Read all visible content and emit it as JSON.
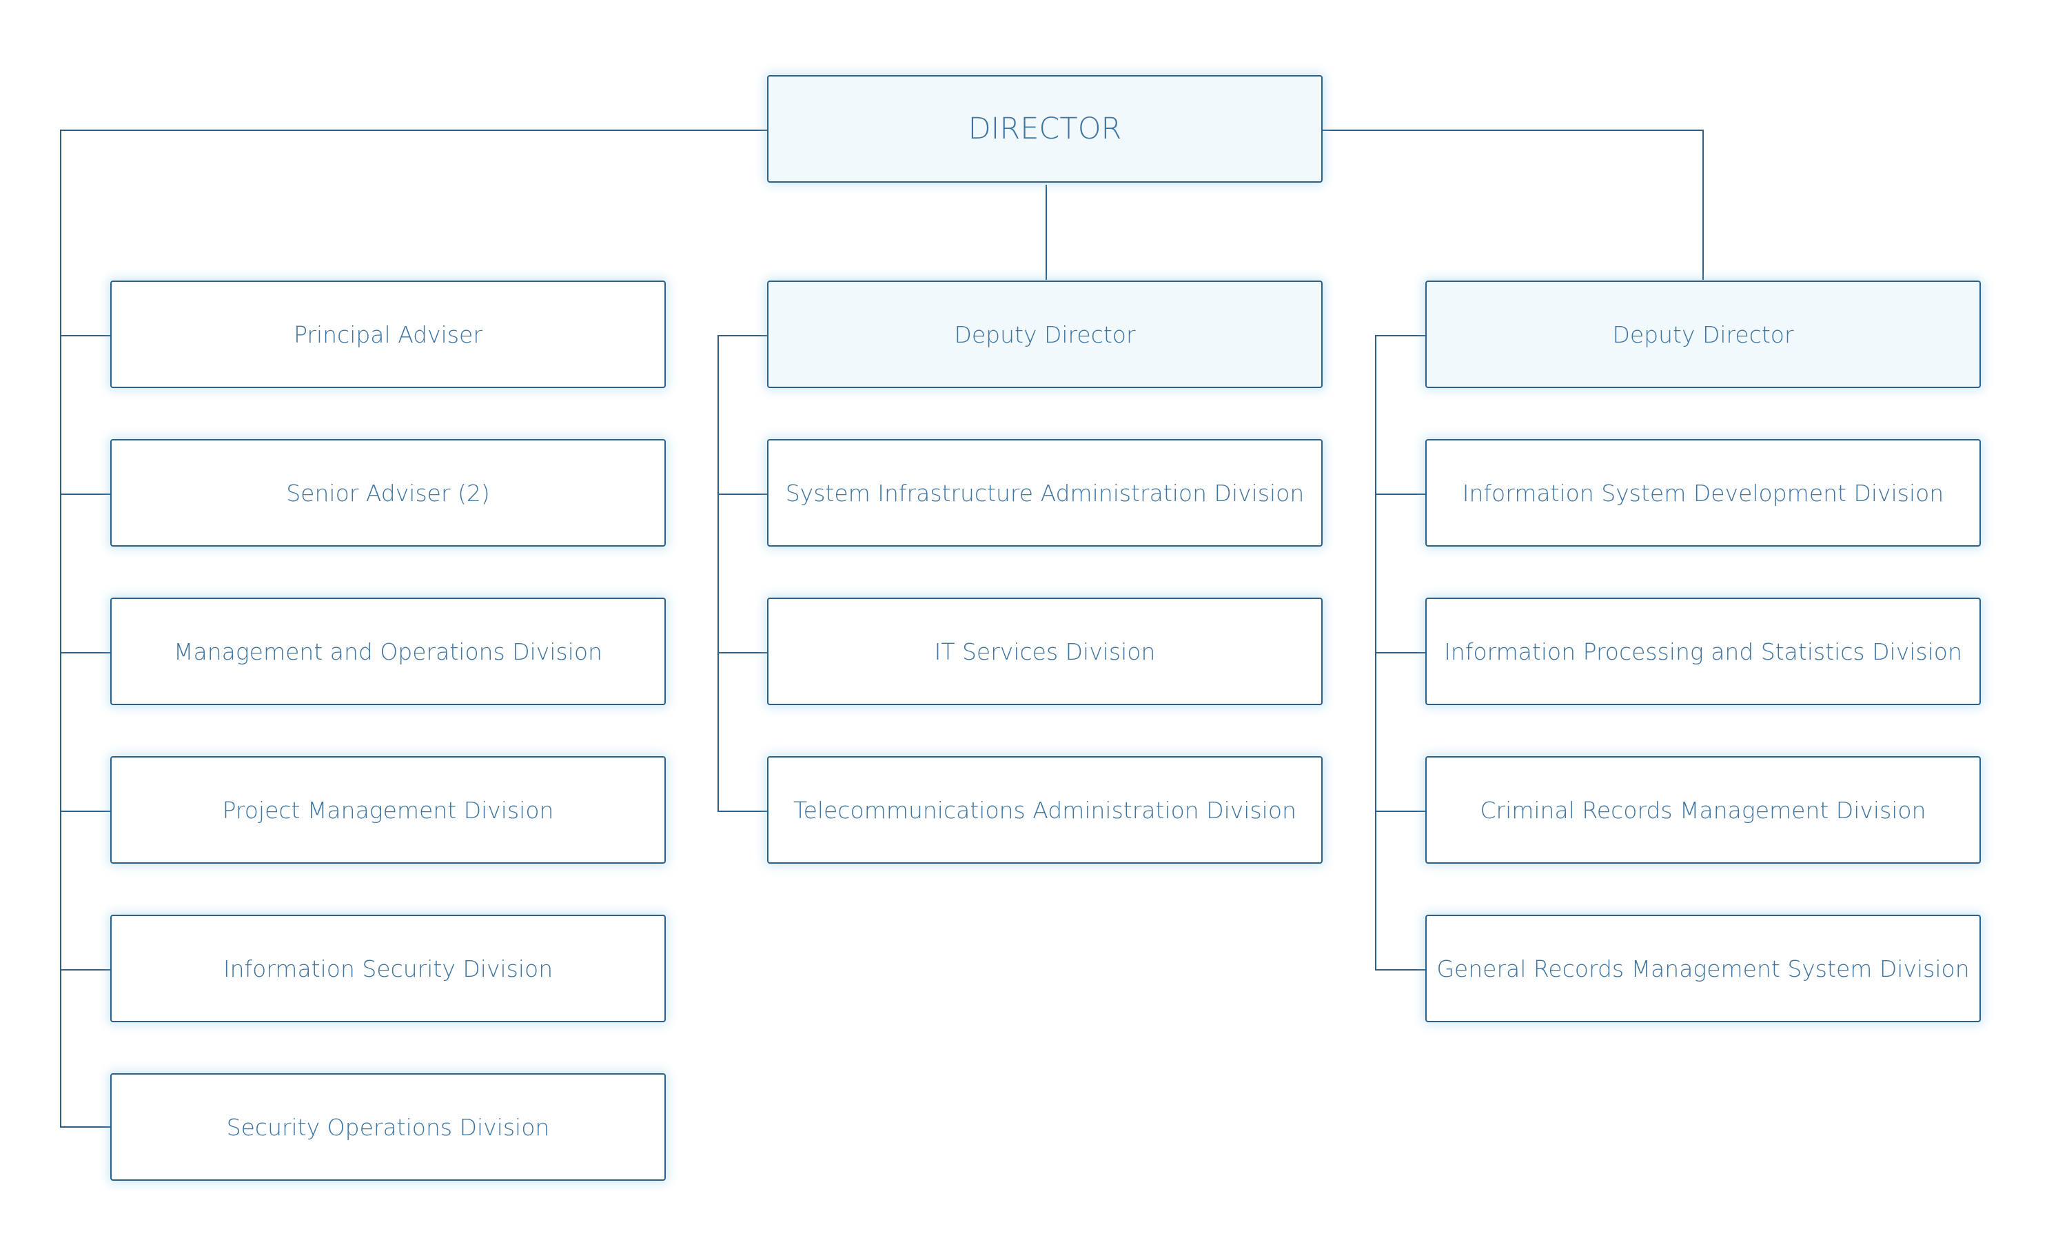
{
  "colors": {
    "line": "#2e5f86",
    "text": "#3d74a1",
    "highlight_fill": "#f1f9fd",
    "glow": "#6ebee6"
  },
  "director": {
    "label": "DIRECTOR"
  },
  "left_column": {
    "items": [
      "Principal Adviser",
      "Senior Adviser (2)",
      "Management and Operations Division",
      "Project Management Division",
      "Information Security Division",
      "Security Operations Division"
    ]
  },
  "middle_column": {
    "head": "Deputy Director",
    "items": [
      "System Infrastructure Administration Division",
      "IT Services Division",
      "Telecommunications Administration Division"
    ]
  },
  "right_column": {
    "head": "Deputy Director",
    "items": [
      "Information System Development Division",
      "Information Processing and Statistics Division",
      "Criminal Records Management Division",
      "General Records Management System Division"
    ]
  }
}
